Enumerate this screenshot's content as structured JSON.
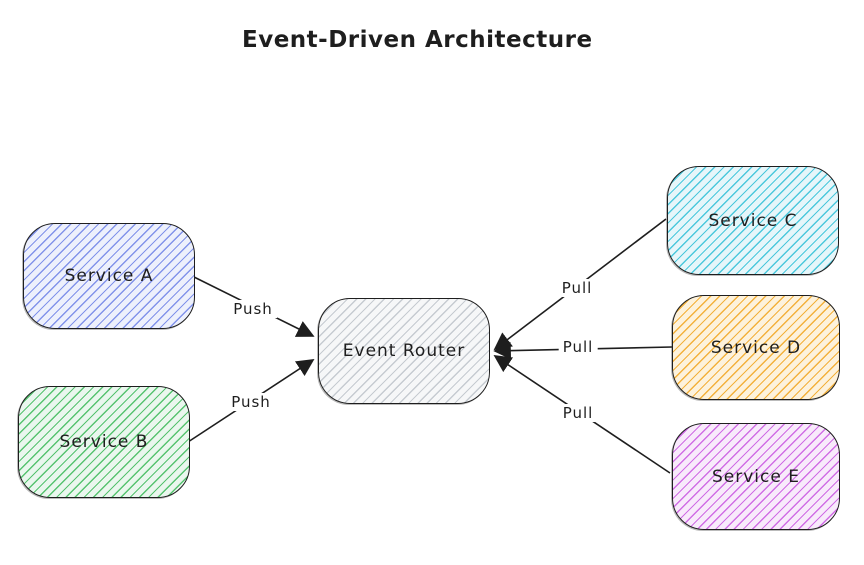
{
  "title": "Event-Driven Architecture",
  "canvas": {
    "background_color": "#ffffff",
    "stroke_color": "#1e1e1e"
  },
  "nodes": [
    {
      "id": "service-a",
      "label": "Service A",
      "hatch_color": "#8293ea",
      "fill_color": "#edf0fc"
    },
    {
      "id": "service-b",
      "label": "Service B",
      "hatch_color": "#57c370",
      "fill_color": "#eaf7ee"
    },
    {
      "id": "event-router",
      "label": "Event Router",
      "hatch_color": "#c6cbd1",
      "fill_color": "#f6f7f8"
    },
    {
      "id": "service-c",
      "label": "Service C",
      "hatch_color": "#4cc8dc",
      "fill_color": "#e6f6fa"
    },
    {
      "id": "service-d",
      "label": "Service D",
      "hatch_color": "#f3b13c",
      "fill_color": "#fdf2dc"
    },
    {
      "id": "service-e",
      "label": "Service E",
      "hatch_color": "#d06ee5",
      "fill_color": "#f8eafb"
    }
  ],
  "edges": [
    {
      "id": "a-to-router",
      "from": "Service A",
      "to": "Event Router",
      "label": "Push",
      "arrow_direction": "into-router"
    },
    {
      "id": "b-to-router",
      "from": "Service B",
      "to": "Event Router",
      "label": "Push",
      "arrow_direction": "into-router"
    },
    {
      "id": "c-to-router",
      "from": "Service C",
      "to": "Event Router",
      "label": "Pull",
      "arrow_direction": "into-router"
    },
    {
      "id": "d-to-router",
      "from": "Service D",
      "to": "Event Router",
      "label": "Pull",
      "arrow_direction": "into-router"
    },
    {
      "id": "e-to-router",
      "from": "Service E",
      "to": "Event Router",
      "label": "Pull",
      "arrow_direction": "into-router"
    }
  ]
}
